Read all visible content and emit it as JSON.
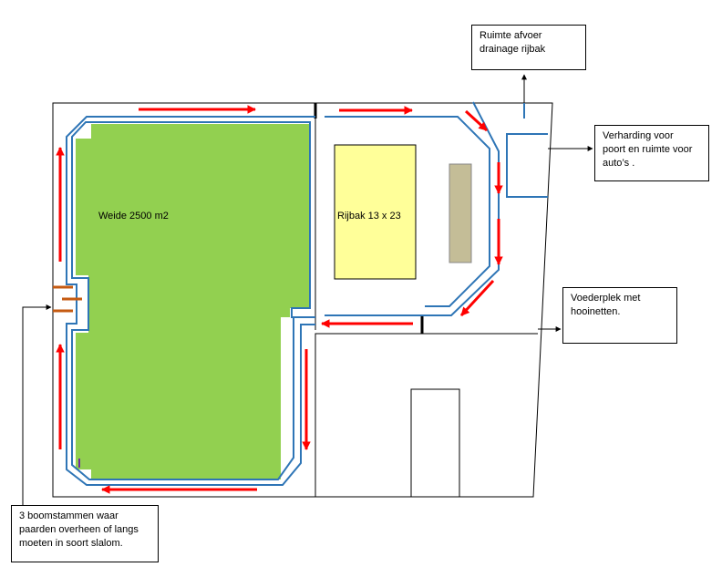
{
  "labels": {
    "weide": "Weide 2500 m2",
    "rijbak": "Rijbak 13 x 23"
  },
  "notes": {
    "drainage": [
      "Ruimte afvoer",
      "drainage rijbak"
    ],
    "verharding": [
      "Verharding voor",
      "poort en ruimte voor",
      "auto’s ."
    ],
    "voederplek": [
      "Voederplek met",
      "hooinetten."
    ],
    "boomstammen": [
      "3 boomstammen waar",
      "paarden overheen of langs",
      "moeten in soort slalom."
    ]
  },
  "colors": {
    "weide": "#92d050",
    "rijbak": "#ffff99",
    "feeder": "#c4bd97",
    "track": "#2e75b6",
    "arrow": "#ff0000",
    "log": "#c55a11"
  }
}
